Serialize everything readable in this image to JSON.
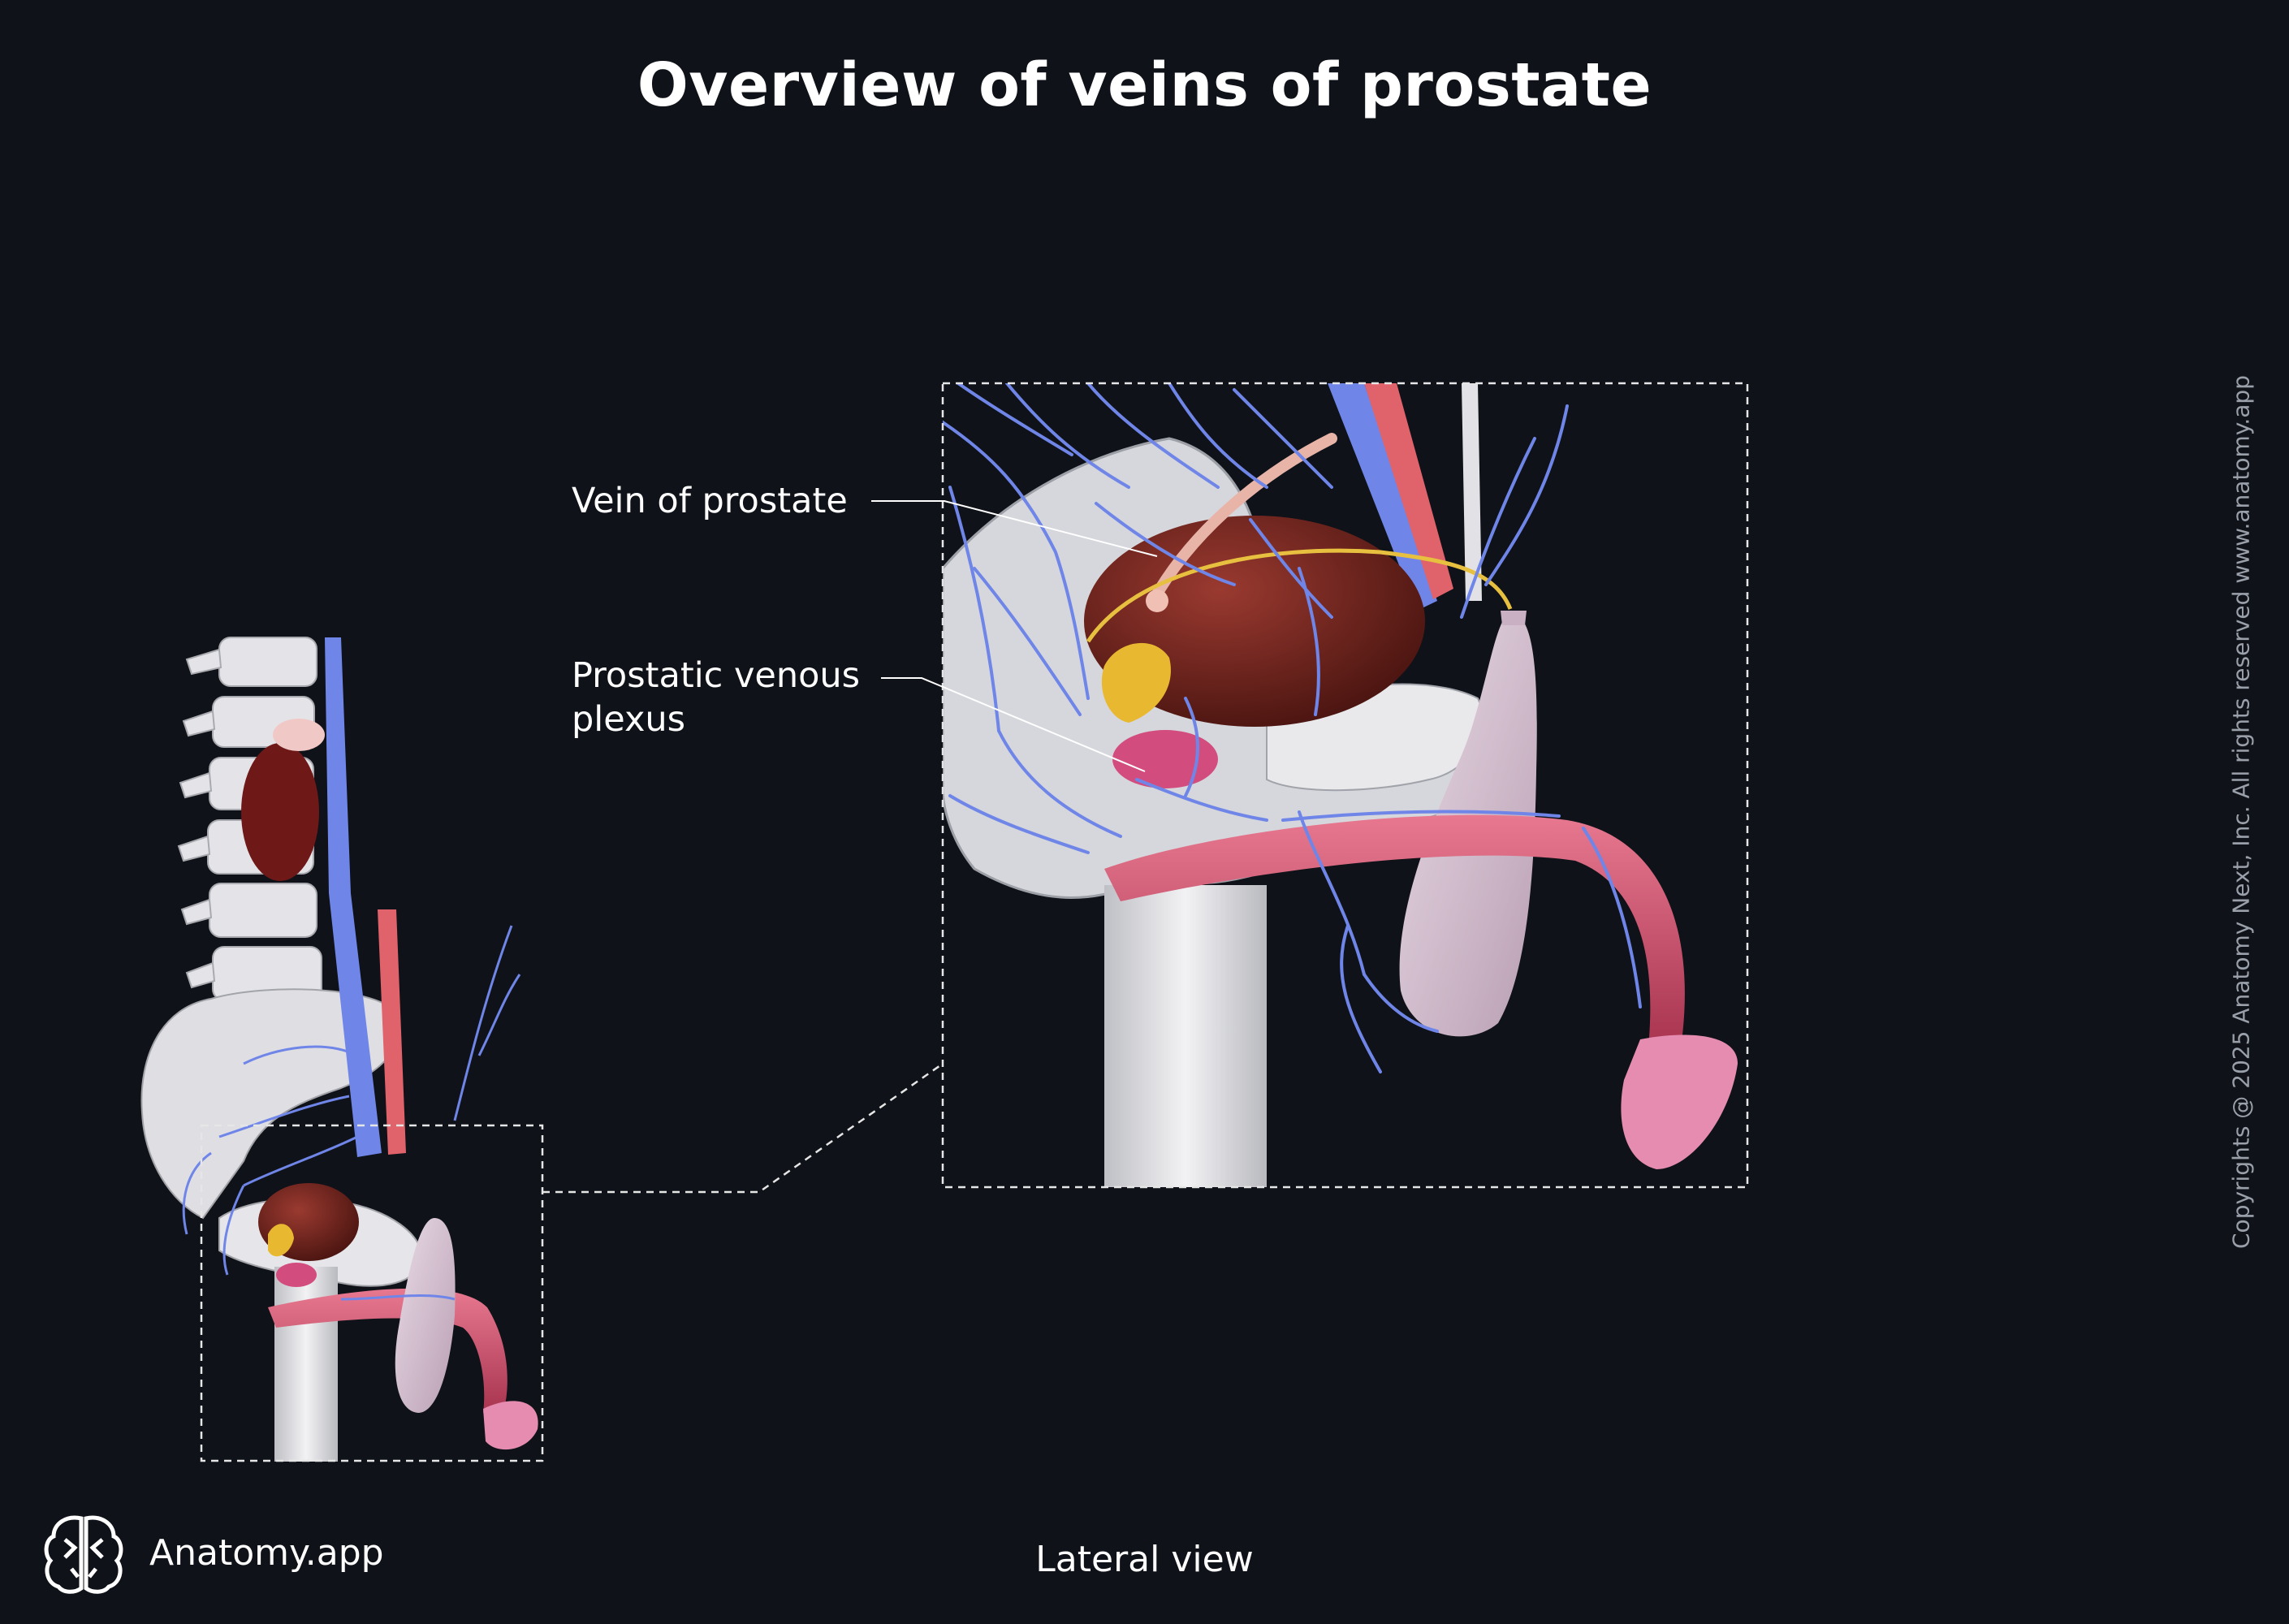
{
  "title": "Overview of veins of prostate",
  "labels": {
    "vein_of_prostate": "Vein of prostate",
    "prostatic_venous_plexus_line1": "Prostatic venous",
    "prostatic_venous_plexus_line2": "plexus"
  },
  "view_label": "Lateral view",
  "brand": {
    "name": "Anatomy.app",
    "icon": "brain-logo-icon"
  },
  "copyright": "Copyrights @ 2025 Anatomy Next, Inc. All rights reserved www.anatomy.app",
  "colors": {
    "background": "#0f1218",
    "vein": "#6f86e8",
    "artery": "#e0626a",
    "bone": "#e8e8ea",
    "bladder": "#7a231e",
    "seminal_vesicle": "#e8b830",
    "prostate": "#d24d7e",
    "penis": "#d45a72",
    "scrotum": "#ddc9d9",
    "kidney": "#6e1818"
  }
}
